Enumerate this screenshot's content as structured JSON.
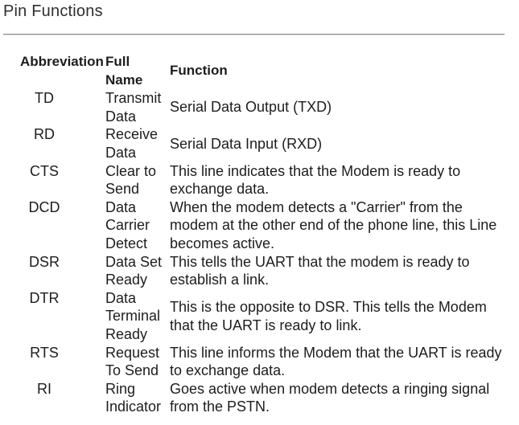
{
  "page": {
    "title": "Pin Functions"
  },
  "table": {
    "headers": {
      "abbreviation": "Abbreviation",
      "full_name": "Full Name",
      "function": "Function"
    },
    "rows": [
      {
        "abbr": "TD",
        "full_name": "Transmit Data",
        "function": "Serial Data Output (TXD)"
      },
      {
        "abbr": "RD",
        "full_name": "Receive Data",
        "function": "Serial Data Input (RXD)"
      },
      {
        "abbr": "CTS",
        "full_name": "Clear to Send",
        "function": "This line indicates that the Modem is ready to exchange data."
      },
      {
        "abbr": "DCD",
        "full_name": "Data Carrier Detect",
        "function": "When the modem detects a \"Carrier\" from the modem at the other end of the phone line, this Line becomes active."
      },
      {
        "abbr": "DSR",
        "full_name": "Data Set Ready",
        "function": "This tells the UART that the modem is ready to establish a link."
      },
      {
        "abbr": "DTR",
        "full_name": "Data Terminal Ready",
        "function": "This is the opposite to DSR. This tells the Modem that the UART is ready to link."
      },
      {
        "abbr": "RTS",
        "full_name": "Request To Send",
        "function": "This line informs the Modem that the UART is ready to exchange data."
      },
      {
        "abbr": "RI",
        "full_name": "Ring Indicator",
        "function": "Goes active when modem detects a ringing signal from the PSTN."
      }
    ]
  },
  "colors": {
    "text": "#1d1d1d",
    "title": "#2f2f2f",
    "divider": "#8f8f8f",
    "background": "#ffffff"
  }
}
